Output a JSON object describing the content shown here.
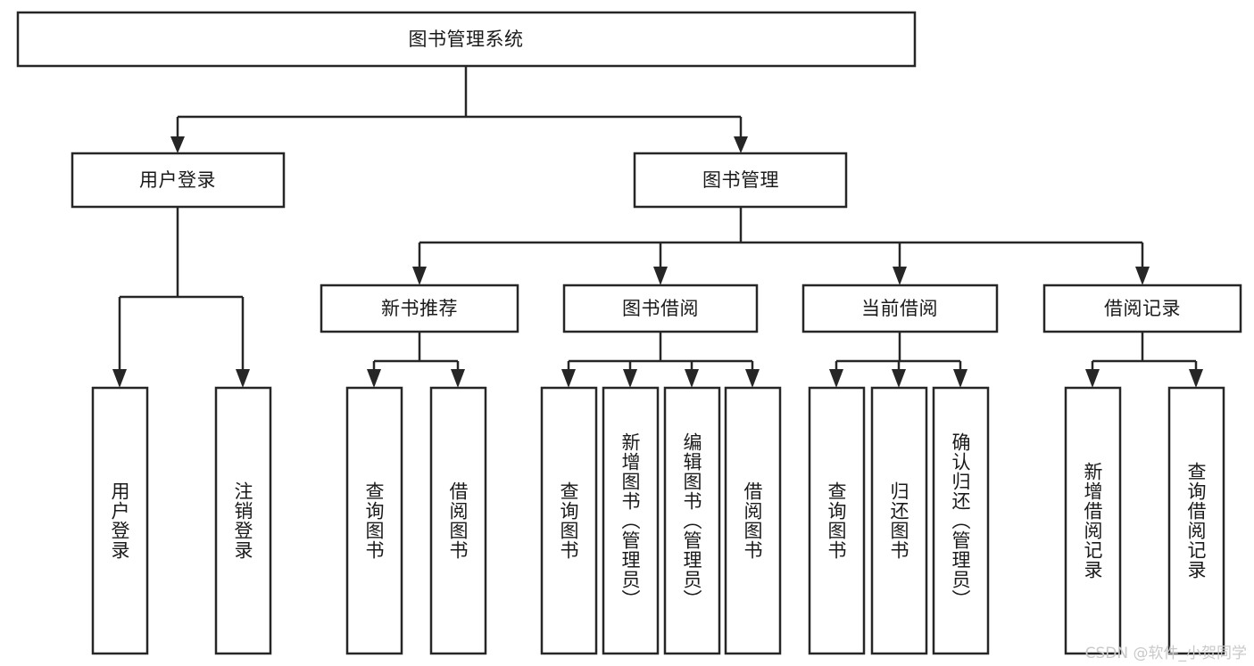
{
  "diagram": {
    "title": "图书管理系统",
    "type": "tree-hierarchy-diagram",
    "watermark": "CSDN @软件_小贺同学",
    "colors": {
      "box_fill": "#ffffff",
      "box_stroke": "#262626",
      "text": "#1a1a1a",
      "background": "#ffffff",
      "watermark": "#c9c9c9"
    },
    "levels": {
      "root": "图书管理系统",
      "level2": [
        "用户登录",
        "图书管理"
      ],
      "level3": [
        "新书推荐",
        "图书借阅",
        "当前借阅",
        "借阅记录"
      ]
    },
    "nodes": {
      "root": {
        "label": "图书管理系统"
      },
      "user_login": {
        "label": "用户登录"
      },
      "book_manage": {
        "label": "图书管理"
      },
      "new_book_rec": {
        "label": "新书推荐"
      },
      "book_borrow": {
        "label": "图书借阅"
      },
      "current_borrow": {
        "label": "当前借阅"
      },
      "borrow_record": {
        "label": "借阅记录"
      },
      "leaf_user_login": {
        "label": "用户登录"
      },
      "leaf_logout": {
        "label": "注销登录"
      },
      "leaf_query_book_1": {
        "label": "查询图书"
      },
      "leaf_borrow_book_1": {
        "label": "借阅图书"
      },
      "leaf_query_book_2": {
        "label": "查询图书"
      },
      "leaf_add_book_admin": {
        "label": "新增图书（管理员）"
      },
      "leaf_edit_book_admin": {
        "label": "编辑图书（管理员）"
      },
      "leaf_borrow_book_2": {
        "label": "借阅图书"
      },
      "leaf_query_book_3": {
        "label": "查询图书"
      },
      "leaf_return_book": {
        "label": "归还图书"
      },
      "leaf_confirm_return_admin": {
        "label": "确认归还（管理员）"
      },
      "leaf_add_borrow_record": {
        "label": "新增借阅记录"
      },
      "leaf_query_borrow_record": {
        "label": "查询借阅记录"
      }
    },
    "edges": [
      {
        "from": "root",
        "to": "user_login"
      },
      {
        "from": "root",
        "to": "book_manage"
      },
      {
        "from": "user_login",
        "to": "leaf_user_login"
      },
      {
        "from": "user_login",
        "to": "leaf_logout"
      },
      {
        "from": "book_manage",
        "to": "new_book_rec"
      },
      {
        "from": "book_manage",
        "to": "book_borrow"
      },
      {
        "from": "book_manage",
        "to": "current_borrow"
      },
      {
        "from": "book_manage",
        "to": "borrow_record"
      },
      {
        "from": "new_book_rec",
        "to": "leaf_query_book_1"
      },
      {
        "from": "new_book_rec",
        "to": "leaf_borrow_book_1"
      },
      {
        "from": "book_borrow",
        "to": "leaf_query_book_2"
      },
      {
        "from": "book_borrow",
        "to": "leaf_add_book_admin"
      },
      {
        "from": "book_borrow",
        "to": "leaf_edit_book_admin"
      },
      {
        "from": "book_borrow",
        "to": "leaf_borrow_book_2"
      },
      {
        "from": "current_borrow",
        "to": "leaf_query_book_3"
      },
      {
        "from": "current_borrow",
        "to": "leaf_return_book"
      },
      {
        "from": "current_borrow",
        "to": "leaf_confirm_return_admin"
      },
      {
        "from": "borrow_record",
        "to": "leaf_add_borrow_record"
      },
      {
        "from": "borrow_record",
        "to": "leaf_query_borrow_record"
      }
    ]
  }
}
